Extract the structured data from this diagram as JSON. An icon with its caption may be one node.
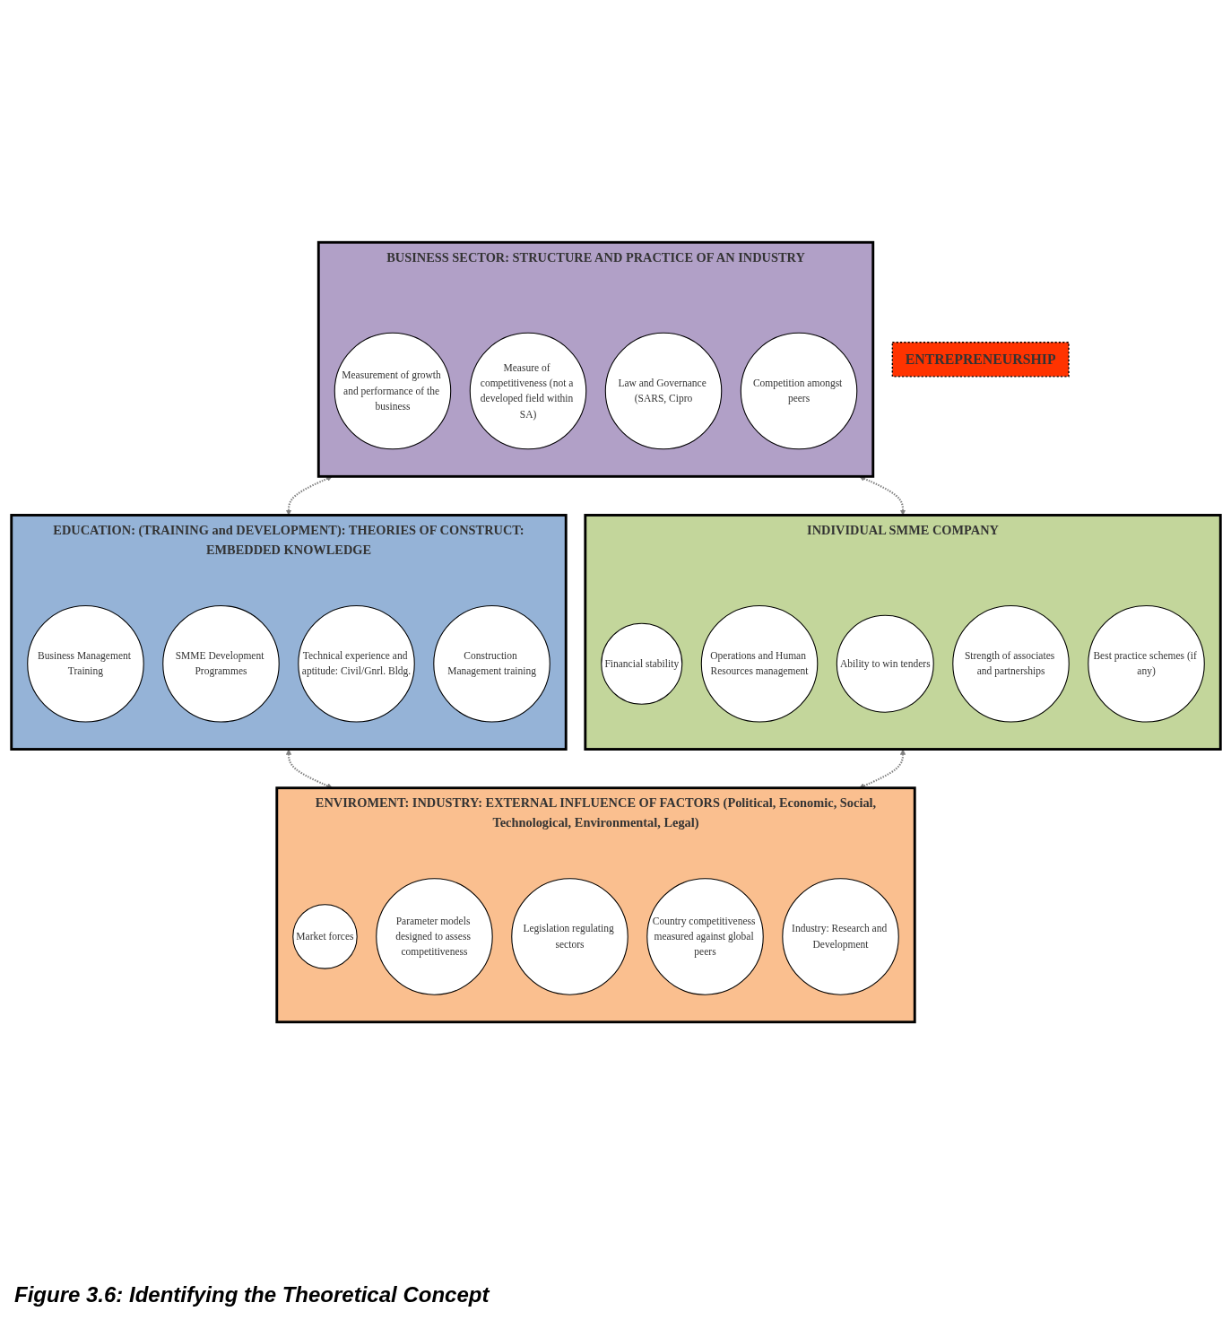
{
  "diagram": {
    "caption": "Figure 3.6: Identifying the Theoretical Concept",
    "nodes": [
      {
        "text": [
          "BUSINESS SECTOR: STRUCTURE AND PRACTICE OF AN INDUSTRY"
        ]
      },
      {
        "text": [
          "Measurement of growth and performance of the business"
        ],
        "in": 0
      },
      {
        "text": [
          "Measure of competitiveness (not a developed field within SA)"
        ],
        "in": 0
      },
      {
        "text": [
          "Law and Governance (SARS, Cipro"
        ],
        "in": 0
      },
      {
        "text": [
          "Competition amongst peers"
        ],
        "in": 0
      },
      {
        "text": [
          "EDUCATION: (TRAINING and DEVELOPMENT): THEORIES OF CONSTRUCT: EMBEDDED KNOWLEDGE"
        ]
      },
      {
        "text": [
          "Business Management Training"
        ],
        "in": 5
      },
      {
        "text": [
          "SMME Development Programmes"
        ],
        "in": 5
      },
      {
        "text": [
          "Technical experience and aptitude: Civil/Gnrl. Bldg."
        ],
        "in": 5
      },
      {
        "text": [
          "Construction Management training"
        ],
        "in": 5
      },
      {
        "text": [
          "ENTREPRENEURSHIP"
        ]
      },
      {
        "text": [
          "INDIVIDUAL SMME COMPANY"
        ]
      },
      {
        "text": [
          "Financial stability"
        ],
        "in": 11
      },
      {
        "text": [
          "Operations and Human Resources management"
        ],
        "in": 11
      },
      {
        "text": [
          "Ability to win tenders"
        ],
        "in": 11
      },
      {
        "text": [
          "Strength of associates and partnerships"
        ],
        "in": 11
      },
      {
        "text": [
          "Best practice schemes (if any)"
        ],
        "in": 11
      },
      {
        "text": [
          "ENVIROMENT: INDUSTRY: EXTERNAL INFLUENCE OF FACTORS (Political, Economic, Social, Technological, Environmental, Legal)"
        ]
      },
      {
        "text": [
          "Market forces"
        ],
        "in": 17
      },
      {
        "text": [
          "Parameter models designed to assess competitiveness"
        ],
        "in": 17
      },
      {
        "text": [
          "Legislation regulating sectors"
        ],
        "in": 17
      },
      {
        "text": [
          "Country competitiveness measured against global peers"
        ],
        "in": 17
      },
      {
        "text": [
          "Industry: Research and Development"
        ],
        "in": 17
      }
    ],
    "edges": [
      {
        "from": 0,
        "to": 5,
        "arrow": "both",
        "style": "dashed"
      },
      {
        "from": 0,
        "to": 11,
        "arrow": "both",
        "style": "dashed"
      },
      {
        "from": 5,
        "to": 17,
        "arrow": "both",
        "style": "dashed"
      },
      {
        "from": 11,
        "to": 17,
        "arrow": "both",
        "style": "dashed"
      }
    ]
  }
}
